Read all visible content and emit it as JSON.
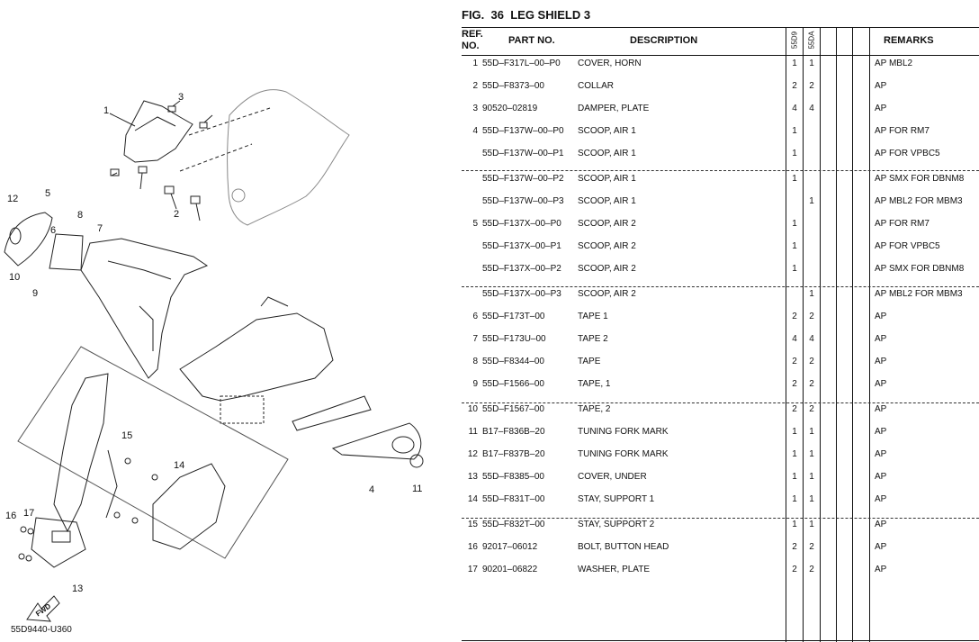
{
  "figure": {
    "fig_label": "FIG.",
    "number": "36",
    "title": "LEG SHIELD 3"
  },
  "diagram_code": "55D9440-U360",
  "fwd_label": "FWD",
  "callouts": [
    "1",
    "2",
    "3",
    "4",
    "5",
    "6",
    "7",
    "8",
    "9",
    "10",
    "11",
    "12",
    "13",
    "14",
    "15",
    "16",
    "17"
  ],
  "columns": {
    "ref_line1": "REF.",
    "ref_line2": "NO.",
    "part_no": "PART NO.",
    "description": "DESCRIPTION",
    "model1": "55D9",
    "model2": "55DA",
    "remarks": "REMARKS"
  },
  "rows": [
    {
      "ref": "1",
      "part": "55D–F317L–00–P0",
      "desc": "COVER, HORN",
      "q1": "1",
      "q2": "1",
      "remarks": "AP MBL2"
    },
    {
      "ref": "2",
      "part": "55D–F8373–00",
      "desc": "COLLAR",
      "q1": "2",
      "q2": "2",
      "remarks": "AP"
    },
    {
      "ref": "3",
      "part": "90520–02819",
      "desc": "DAMPER, PLATE",
      "q1": "4",
      "q2": "4",
      "remarks": "AP"
    },
    {
      "ref": "4",
      "part": "55D–F137W–00–P0",
      "desc": "SCOOP, AIR 1",
      "q1": "1",
      "q2": "",
      "remarks": "AP FOR RM7"
    },
    {
      "ref": "",
      "part": "55D–F137W–00–P1",
      "desc": "SCOOP, AIR 1",
      "q1": "1",
      "q2": "",
      "remarks": "AP FOR VPBC5"
    },
    {
      "ref": "",
      "part": "55D–F137W–00–P2",
      "desc": "SCOOP, AIR 1",
      "q1": "1",
      "q2": "",
      "remarks": "AP SMX FOR DBNM8"
    },
    {
      "ref": "",
      "part": "55D–F137W–00–P3",
      "desc": "SCOOP, AIR 1",
      "q1": "",
      "q2": "1",
      "remarks": "AP MBL2 FOR MBM3"
    },
    {
      "ref": "5",
      "part": "55D–F137X–00–P0",
      "desc": "SCOOP, AIR 2",
      "q1": "1",
      "q2": "",
      "remarks": "AP FOR RM7"
    },
    {
      "ref": "",
      "part": "55D–F137X–00–P1",
      "desc": "SCOOP, AIR 2",
      "q1": "1",
      "q2": "",
      "remarks": "AP FOR VPBC5"
    },
    {
      "ref": "",
      "part": "55D–F137X–00–P2",
      "desc": "SCOOP, AIR 2",
      "q1": "1",
      "q2": "",
      "remarks": "AP SMX FOR DBNM8"
    },
    {
      "ref": "",
      "part": "55D–F137X–00–P3",
      "desc": "SCOOP, AIR 2",
      "q1": "",
      "q2": "1",
      "remarks": "AP MBL2 FOR MBM3"
    },
    {
      "ref": "6",
      "part": "55D–F173T–00",
      "desc": "TAPE 1",
      "q1": "2",
      "q2": "2",
      "remarks": "AP"
    },
    {
      "ref": "7",
      "part": "55D–F173U–00",
      "desc": "TAPE 2",
      "q1": "4",
      "q2": "4",
      "remarks": "AP"
    },
    {
      "ref": "8",
      "part": "55D–F8344–00",
      "desc": "TAPE",
      "q1": "2",
      "q2": "2",
      "remarks": "AP"
    },
    {
      "ref": "9",
      "part": "55D–F1566–00",
      "desc": "TAPE, 1",
      "q1": "2",
      "q2": "2",
      "remarks": "AP"
    },
    {
      "ref": "10",
      "part": "55D–F1567–00",
      "desc": "TAPE, 2",
      "q1": "2",
      "q2": "2",
      "remarks": "AP"
    },
    {
      "ref": "11",
      "part": "B17–F836B–20",
      "desc": "TUNING FORK MARK",
      "q1": "1",
      "q2": "1",
      "remarks": "AP"
    },
    {
      "ref": "12",
      "part": "B17–F837B–20",
      "desc": "TUNING FORK MARK",
      "q1": "1",
      "q2": "1",
      "remarks": "AP"
    },
    {
      "ref": "13",
      "part": "55D–F8385–00",
      "desc": "COVER, UNDER",
      "q1": "1",
      "q2": "1",
      "remarks": "AP"
    },
    {
      "ref": "14",
      "part": "55D–F831T–00",
      "desc": "STAY, SUPPORT 1",
      "q1": "1",
      "q2": "1",
      "remarks": "AP"
    },
    {
      "ref": "15",
      "part": "55D–F832T–00",
      "desc": "STAY, SUPPORT 2",
      "q1": "1",
      "q2": "1",
      "remarks": "AP"
    },
    {
      "ref": "16",
      "part": "92017–06012",
      "desc": "BOLT, BUTTON HEAD",
      "q1": "2",
      "q2": "2",
      "remarks": "AP"
    },
    {
      "ref": "17",
      "part": "90201–06822",
      "desc": "WASHER, PLATE",
      "q1": "2",
      "q2": "2",
      "remarks": "AP"
    }
  ]
}
